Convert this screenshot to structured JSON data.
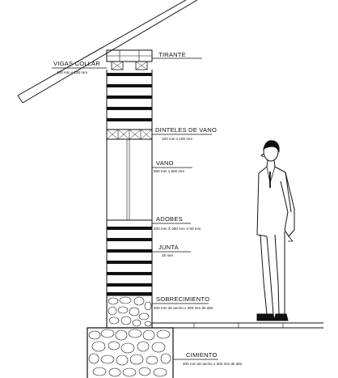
{
  "labels": {
    "vigas_collar": {
      "title": "VIGAS COLLAR",
      "dims": "100 mm x 100 mm"
    },
    "tirante": {
      "title": "TIRANTE"
    },
    "dinteles_de_vano": {
      "title": "DINTELES DE VANO",
      "dims": "100 mm x 100 mm"
    },
    "vano": {
      "title": "VANO",
      "dims": "500 mm x 500 mm"
    },
    "adobes": {
      "title": "ADOBES",
      "dims": "400 mm X 400 mm X 80 mm"
    },
    "junta": {
      "title": "JUNTA",
      "dims": "25 mm"
    },
    "sobrecimiento": {
      "title": "SOBRECIMIENTO",
      "dims": "400 mm de ancho x 300 mm de alto"
    },
    "cimiento": {
      "title": "CIMIENTO",
      "dims": "400 mm de ancho x 300 mm de alto"
    }
  },
  "colors": {
    "ink": "#111111",
    "background": "#ffffff"
  }
}
